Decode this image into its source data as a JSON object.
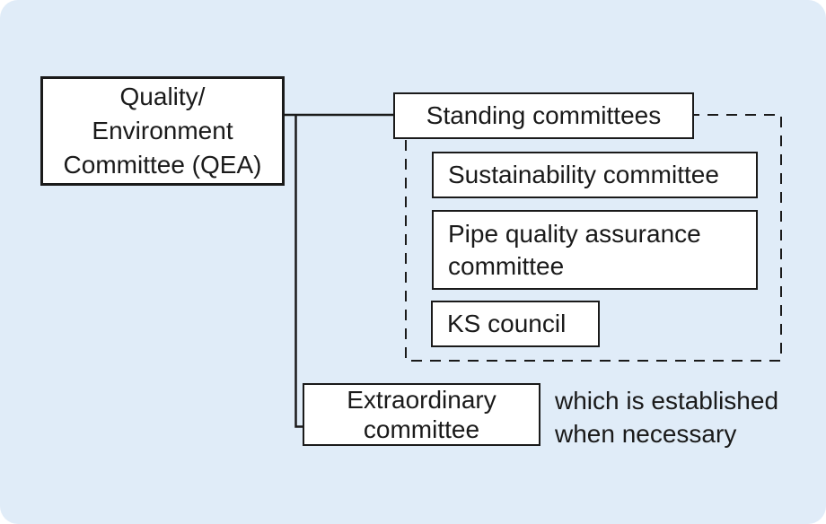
{
  "colors": {
    "background": "#e0ecf8",
    "box_fill": "#ffffff",
    "line_and_text": "#1a1a1a"
  },
  "diagram": {
    "root_box": {
      "label": "Quality/\nEnvironment\nCommittee (QEA)"
    },
    "standing_group": {
      "header_box": {
        "label": "Standing committees"
      },
      "members": {
        "sustainability_box": {
          "label": "Sustainability committee"
        },
        "pipe_quality_box": {
          "label": "Pipe quality assurance\ncommittee"
        },
        "ks_council_box": {
          "label": "KS council"
        }
      },
      "outline_style": "dashed"
    },
    "extraordinary_box": {
      "label": "Extraordinary\ncommittee"
    },
    "note": {
      "text": "which is established\nwhen necessary"
    }
  }
}
